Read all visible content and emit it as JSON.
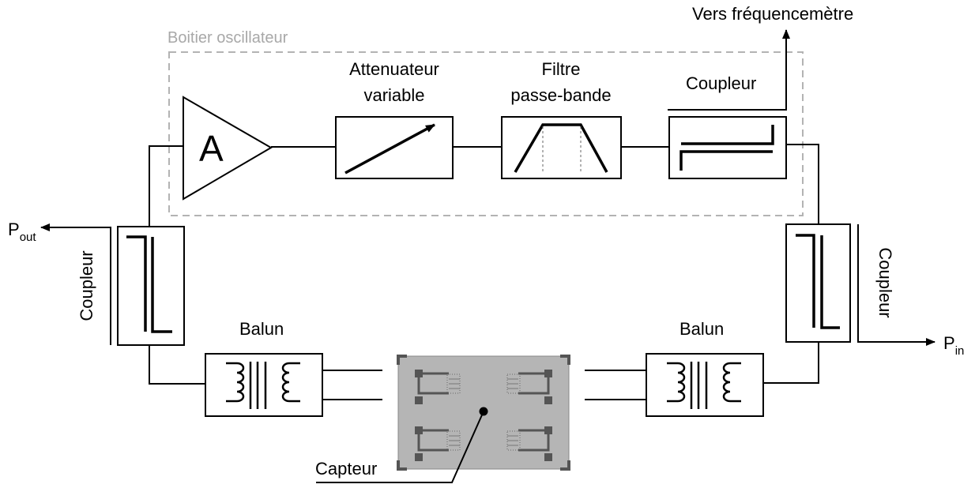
{
  "enclosure": {
    "label": "Boitier oscillateur",
    "border_color": "#b3b3b3"
  },
  "amplifier": {
    "symbol": "A"
  },
  "attenuator": {
    "line1": "Attenuateur",
    "line2": "variable"
  },
  "filter": {
    "line1": "Filtre",
    "line2": "passe-bande"
  },
  "coupler_top": {
    "label": "Coupleur"
  },
  "coupler_left": {
    "label": "Coupleur"
  },
  "coupler_right": {
    "label": "Coupleur"
  },
  "output_top": {
    "label": "Vers fréquencemètre"
  },
  "p_out": {
    "main": "P",
    "subscript": "out"
  },
  "p_in": {
    "main": "P",
    "subscript": "in"
  },
  "balun_left": {
    "label": "Balun"
  },
  "balun_right": {
    "label": "Balun"
  },
  "sensor": {
    "label": "Capteur",
    "fill_color": "#b5b5b5"
  }
}
